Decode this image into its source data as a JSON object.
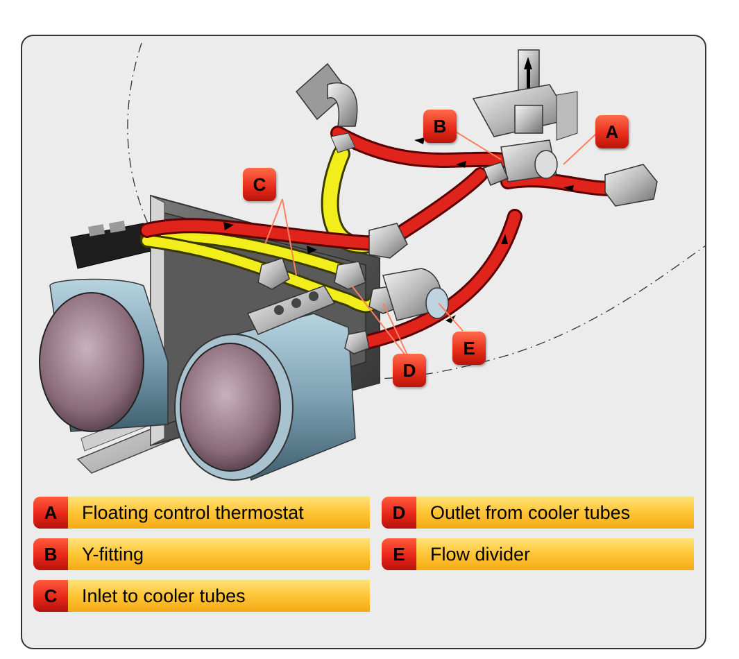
{
  "legend": {
    "a": {
      "key": "A",
      "text": "Floating control thermostat"
    },
    "b": {
      "key": "B",
      "text": "Y-fitting"
    },
    "c": {
      "key": "C",
      "text": "Inlet to cooler tubes"
    },
    "d": {
      "key": "D",
      "text": "Outlet from cooler tubes"
    },
    "e": {
      "key": "E",
      "text": "Flow divider"
    }
  },
  "callouts": {
    "a": "A",
    "b": "B",
    "c": "C",
    "d": "D",
    "e": "E"
  },
  "colors": {
    "hot_line": "#e0231b",
    "cool_line": "#f2ee1c",
    "label_red": "#e42a18",
    "legend_gold": "#ffc83a",
    "cooler_face": "#8a6a78",
    "cooler_body": "#7fa8bd"
  },
  "icons": [
    "flow-arrow-icon"
  ]
}
